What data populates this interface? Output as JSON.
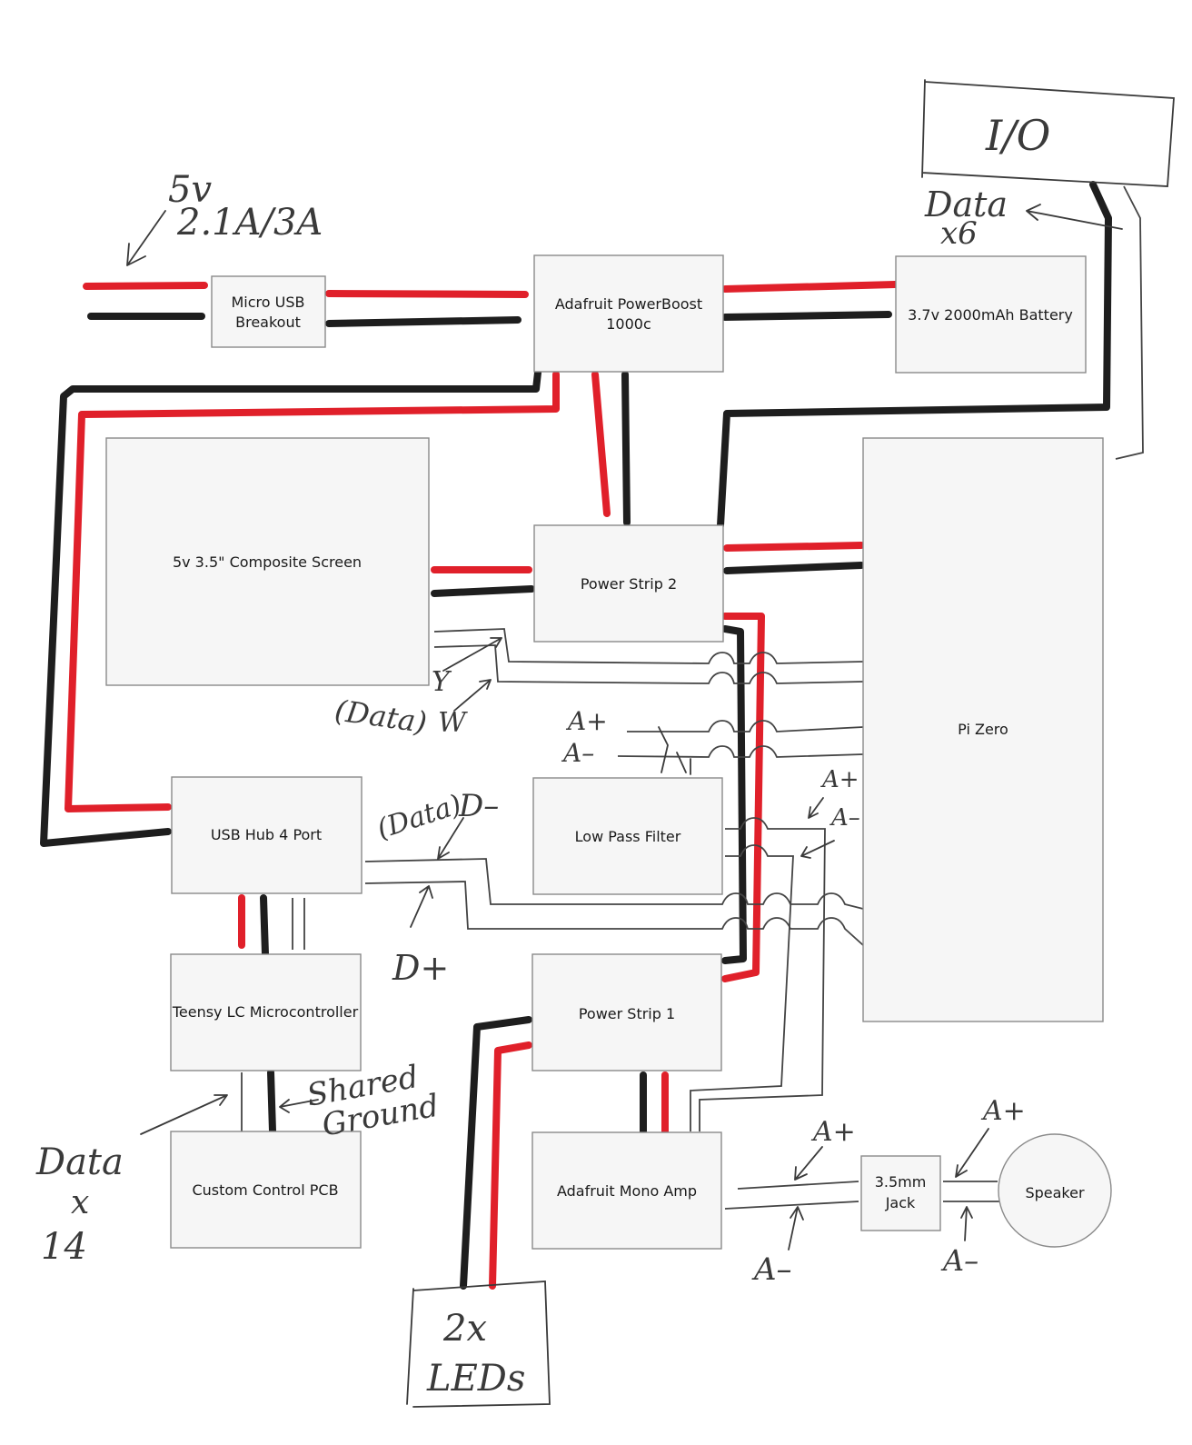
{
  "blocks": {
    "micro_usb": [
      "Micro USB",
      "Breakout"
    ],
    "powerboost": [
      "Adafruit PowerBoost",
      "1000c"
    ],
    "battery": "3.7v 2000mAh Battery",
    "screen": "5v 3.5\" Composite Screen",
    "power_strip_2": "Power Strip 2",
    "pi_zero": "Pi Zero",
    "usb_hub": "USB Hub 4 Port",
    "low_pass": "Low Pass Filter",
    "teensy": "Teensy LC Microcontroller",
    "power_strip_1": "Power Strip 1",
    "control_pcb": "Custom Control PCB",
    "mono_amp": "Adafruit Mono Amp",
    "jack": [
      "3.5mm",
      "Jack"
    ],
    "speaker": "Speaker"
  },
  "handwritten": {
    "io": "I/O",
    "supply": [
      "5v",
      "2.1A/3A"
    ],
    "data_x6": [
      "Data",
      "x6"
    ],
    "data_screen": "(Data)",
    "y": "Y",
    "w": "W",
    "a_plus_pi": "A+",
    "a_minus_pi": "A–",
    "a_plus_filter": "A+",
    "a_minus_filter": "A–",
    "data_usb": "(Data)",
    "d_minus": "D–",
    "d_plus": "D+",
    "shared_ground": [
      "Shared",
      "Ground"
    ],
    "data_x14": [
      "Data",
      "x",
      "14"
    ],
    "leds": [
      "2x",
      "LEDs"
    ],
    "a_plus_amp": "A+",
    "a_minus_amp": "A–",
    "a_plus_spk": "A+",
    "a_minus_spk": "A–"
  },
  "colors": {
    "positive_wire": "#e0202a",
    "ground_wire": "#1e1e1e",
    "signal_wire": "#444444"
  }
}
